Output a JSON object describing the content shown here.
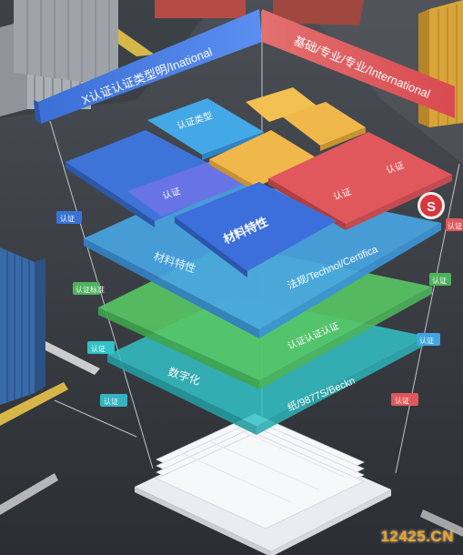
{
  "banners": {
    "left": "X认证认证类型明/Inational",
    "right": "基础/专业/专业/International"
  },
  "top_layer": {
    "tiles": [
      {
        "label": "认证类型"
      },
      {
        "label": ""
      },
      {
        "label": ""
      },
      {
        "label": ""
      },
      {
        "label": ""
      },
      {
        "label": "认证"
      },
      {
        "label": "材料特性"
      },
      {
        "label": "认证"
      },
      {
        "label": "认证"
      }
    ]
  },
  "layers": [
    {
      "label": "材料特性",
      "color": "#4aa8e8"
    },
    {
      "label": "法规/Technol/Certifica",
      "color": ""
    },
    {
      "label": "认证认证认证",
      "color": "#5fc96a"
    },
    {
      "label": "数字化",
      "color": "#3fc3c9"
    },
    {
      "label": "纸/9877S/Beckn",
      "color": ""
    }
  ],
  "side_tags": {
    "left": [
      "认证",
      "认证标准",
      "认证",
      "认证"
    ],
    "right": [
      "认证",
      "认证",
      "认证",
      "认证"
    ]
  },
  "badge": {
    "text": "S",
    "color": "#d9363e"
  },
  "watermark": "12425.CN"
}
